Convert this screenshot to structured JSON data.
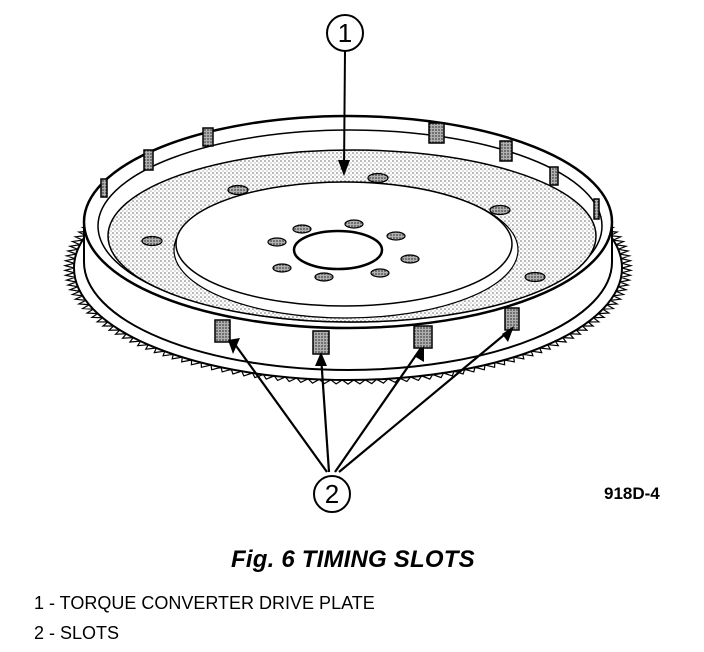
{
  "figure": {
    "callout_1": "1",
    "callout_2": "2",
    "code": "918D-4"
  },
  "caption": "Fig. 6 TIMING SLOTS",
  "legend": [
    {
      "num": "1",
      "text": " - TORQUE CONVERTER DRIVE PLATE"
    },
    {
      "num": "2",
      "text": " - SLOTS"
    }
  ]
}
